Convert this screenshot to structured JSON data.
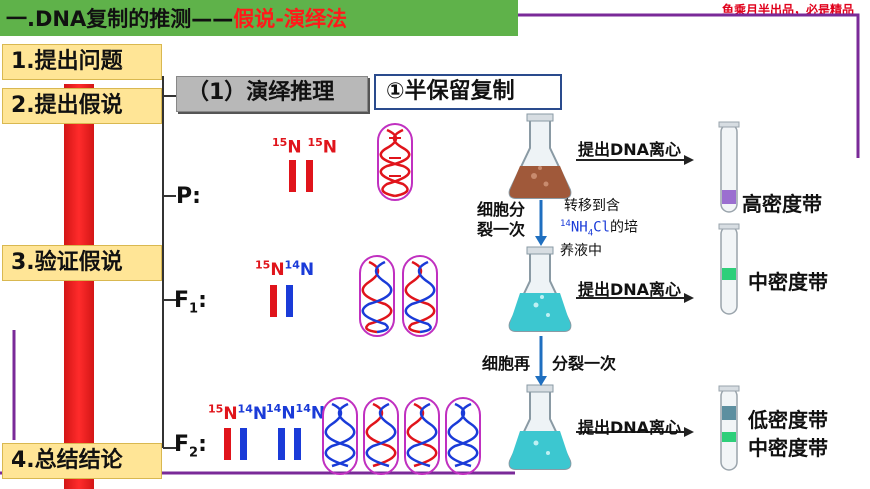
{
  "header": {
    "title_prefix": "一.DNA复制的推测——",
    "title_emphasis": "假说-演绎法",
    "watermark": "鱼乘月半出品，必是精品"
  },
  "steps": [
    "1.提出问题",
    "2.提出假说",
    "3.验证假说",
    "4.总结结论"
  ],
  "section": {
    "tab_label": "（1）演绎推理",
    "hypothesis_label": "①半保留复制"
  },
  "generations": {
    "p": "P:",
    "f1_base": "F",
    "f1_sub": "1",
    "f2_base": "F",
    "f2_sub": "2",
    "colon": ":"
  },
  "isotopes": {
    "n15": "15",
    "n14": "14",
    "n": "N"
  },
  "process": {
    "extract_dna_1": "提出DNA离心",
    "extract_dna_2": "提出DNA离心",
    "extract_dna_3": "提出DNA离心",
    "cell_div_1_a": "细胞分",
    "cell_div_1_b": "裂一次",
    "transfer_a": "转移到含",
    "transfer_nh4cl_sup": "14",
    "transfer_nh4cl_a": "NH",
    "transfer_nh4cl_sub": "4",
    "transfer_nh4cl_b": "Cl",
    "transfer_b": "的培",
    "transfer_c": "养液中",
    "cell_div_2_a": "细胞再",
    "cell_div_2_b": "分裂一次"
  },
  "bands": {
    "high": "高密度带",
    "mid": "中密度带",
    "low": "低密度带",
    "mid2": "中密度带"
  },
  "colors": {
    "heavy_n15": "#e0141b",
    "light_n14": "#1a3bd8",
    "cell_border": "#c030c0",
    "band_high": "#9b6fd0",
    "band_mid": "#2ecf7a",
    "band_low": "#5d8fa0",
    "arrow": "#1f6fc0"
  }
}
